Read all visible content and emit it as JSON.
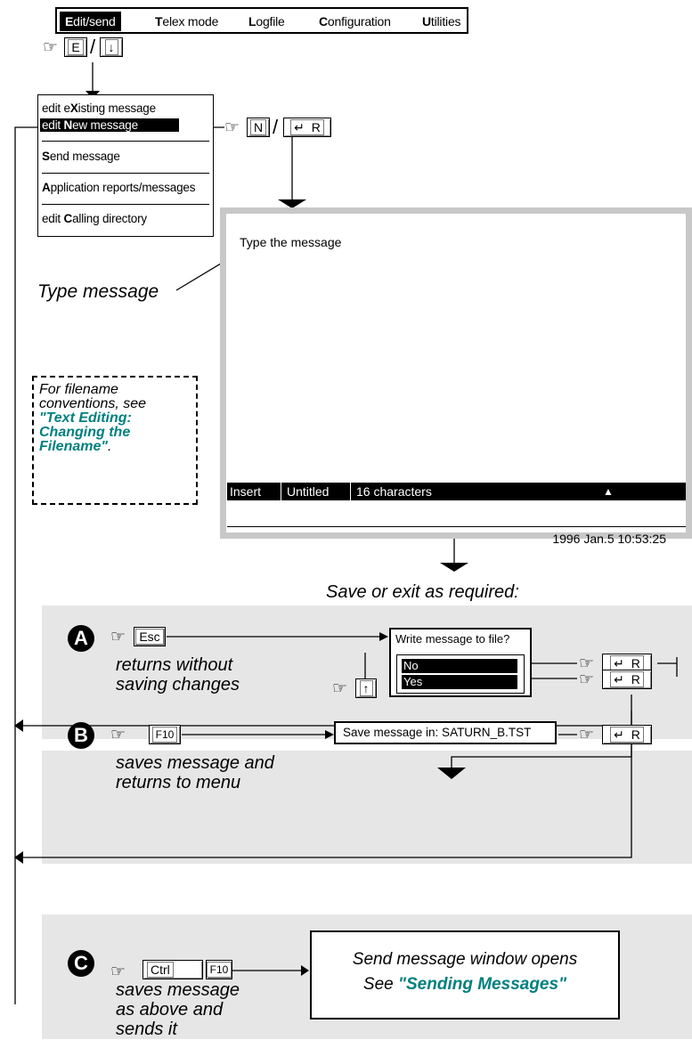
{
  "menubar": {
    "items": [
      {
        "hot": "E",
        "rest": "dit/send"
      },
      {
        "hot": "T",
        "rest": "elex mode"
      },
      {
        "hot": "L",
        "rest": "ogfile"
      },
      {
        "hot": "C",
        "rest": "onfiguration"
      },
      {
        "hot": "U",
        "rest": "tilities"
      }
    ]
  },
  "keys": {
    "e": "E",
    "down_arrow": "↓",
    "n": "N",
    "enter_symbol": "↵",
    "r": "R",
    "esc": "Esc",
    "up_arrow": "↑",
    "f10": "F10",
    "ctrl": "Ctrl",
    "slash": "/",
    "hand": "☞"
  },
  "edit_menu": {
    "items": [
      {
        "pre": "edit e",
        "hot": "X",
        "post": "isting message"
      },
      {
        "pre": "edit ",
        "hot": "N",
        "post": "ew message"
      },
      {
        "pre": "",
        "hot": "S",
        "post": "end message"
      },
      {
        "pre": "",
        "hot": "A",
        "post": "pplication reports/messages"
      },
      {
        "pre": "edit ",
        "hot": "C",
        "post": "alling directory"
      }
    ]
  },
  "editor": {
    "body_text": "Type the message",
    "status": {
      "mode": "Insert",
      "filename": "Untitled",
      "count": "16 characters",
      "marker": "▲"
    },
    "timestamp": "1996 Jan.5 10:53:25"
  },
  "annotations": {
    "type_message": "Type message",
    "save_or_exit": "Save or exit as required:"
  },
  "note": {
    "line1": "For filename",
    "line2": "conventions, see",
    "link_line1": "\"Text Editing:",
    "link_line2": "Changing the",
    "link_line3": "Filename\"",
    "end": "."
  },
  "option_a": {
    "badge": "A",
    "desc_line1": "returns without",
    "desc_line2": "saving changes",
    "dialog_title": "Write message to file?",
    "options": [
      "No",
      "Yes"
    ]
  },
  "option_b": {
    "badge": "B",
    "desc_line1": "saves message and",
    "desc_line2": "returns to menu",
    "save_prompt": "Save message in: SATURN_B.TST"
  },
  "option_c": {
    "badge": "C",
    "desc_line1": "saves message",
    "desc_line2": "as above and",
    "desc_line3": "sends it",
    "box_line1": "Send message window opens",
    "box_see": "See ",
    "box_link": "\"Sending Messages\""
  },
  "colors": {
    "panel": "#e6e6e6",
    "editor_frame": "#c8c8c8",
    "link": "#007f7f"
  }
}
